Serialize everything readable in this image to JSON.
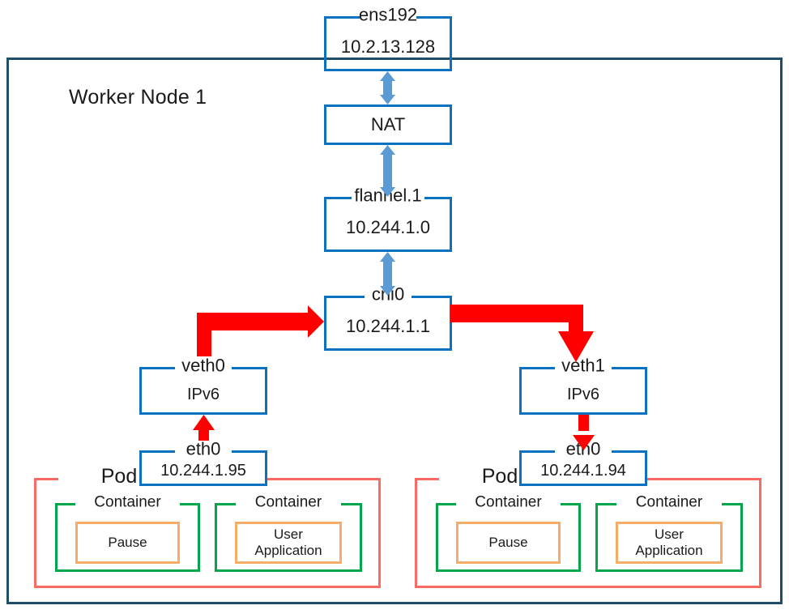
{
  "diagram": {
    "title": "Worker Node 1",
    "colors": {
      "node_border": "#1f4e68",
      "interface_box": "#0c72c0",
      "pod_border": "#f96a62",
      "container_border": "#04a64b",
      "app_border": "#f5ad68",
      "flow_arrow": "#ff0000",
      "link_arrow": "#5b9bd5"
    }
  },
  "nodes": {
    "ens192": {
      "label": "ens192",
      "value": "10.2.13.128"
    },
    "nat": {
      "label": "NAT",
      "value": "NAT"
    },
    "flannel": {
      "label": "flannel.1",
      "value": "10.244.1.0"
    },
    "cni0": {
      "label": "cni0",
      "value": "10.244.1.1"
    },
    "veth0": {
      "label": "veth0",
      "value": "IPv6"
    },
    "veth1": {
      "label": "veth1",
      "value": "IPv6"
    }
  },
  "pods": [
    {
      "label": "Pod",
      "eth": {
        "label": "eth0",
        "value": "10.244.1.95"
      },
      "containers": [
        {
          "label": "Container",
          "app": "Pause"
        },
        {
          "label": "Container",
          "app": "User\nApplication"
        }
      ]
    },
    {
      "label": "Pod",
      "eth": {
        "label": "eth0",
        "value": "10.244.1.94"
      },
      "containers": [
        {
          "label": "Container",
          "app": "Pause"
        },
        {
          "label": "Container",
          "app": "User\nApplication"
        }
      ]
    }
  ],
  "links": [
    {
      "from": "ens192",
      "to": "nat",
      "kind": "bidirectional"
    },
    {
      "from": "nat",
      "to": "flannel",
      "kind": "bidirectional"
    },
    {
      "from": "flannel",
      "to": "cni0",
      "kind": "bidirectional"
    }
  ],
  "flows": [
    {
      "from": "veth0",
      "to": "cni0",
      "kind": "packet-in"
    },
    {
      "from": "cni0",
      "to": "veth1",
      "kind": "packet-out"
    },
    {
      "from": "pod-0-eth0",
      "to": "veth0",
      "kind": "packet-in"
    },
    {
      "from": "veth1",
      "to": "pod-1-eth0",
      "kind": "packet-out"
    }
  ]
}
